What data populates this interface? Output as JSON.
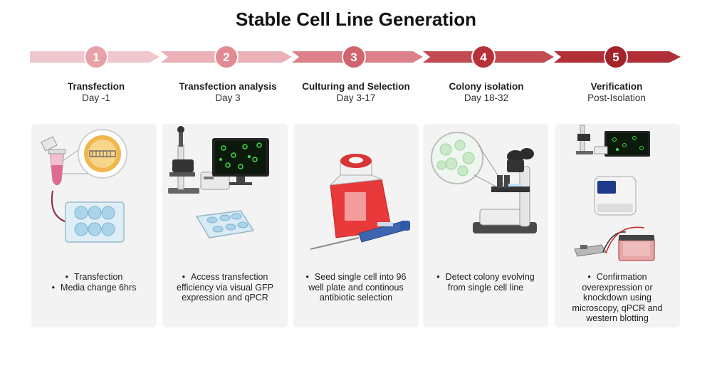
{
  "title": "Stable Cell Line Generation",
  "colors": {
    "step1": "#e7a1a9",
    "step2": "#e18a92",
    "step3": "#d2646d",
    "step4": "#b63238",
    "step5": "#a4232a",
    "card_bg": "#f3f3f3"
  },
  "steps": [
    {
      "number": "1",
      "title": "Transfection",
      "subtitle": "Day -1",
      "bullets": [
        "Transfection",
        "Media change 6hrs"
      ],
      "icons": [
        "microcentrifuge-tube-icon",
        "plasmid-dna-icon",
        "six-well-plate-icon"
      ]
    },
    {
      "number": "2",
      "title": "Transfection analysis",
      "subtitle": "Day 3",
      "bullets": [
        "Access transfection efficiency via visual GFP expression and qPCR"
      ],
      "icons": [
        "fluorescence-microscope-icon",
        "monitor-icon",
        "well-plate-icon"
      ]
    },
    {
      "number": "3",
      "title": "Culturing and Selection",
      "subtitle": "Day 3-17",
      "bullets": [
        "Seed single cell into 96 well plate and continous antibiotic selection"
      ],
      "icons": [
        "culture-flask-icon",
        "pipette-icon"
      ]
    },
    {
      "number": "4",
      "title": "Colony isolation",
      "subtitle": "Day 18-32",
      "bullets": [
        "Detect colony evolving from single cell line"
      ],
      "icons": [
        "cell-colony-icon",
        "microscope-icon"
      ]
    },
    {
      "number": "5",
      "title": "Verification",
      "subtitle": "Post-Isolation",
      "bullets": [
        "Confirmation overexpression or knockdown using microscopy, qPCR and western blotting"
      ],
      "icons": [
        "microscope-monitor-icon",
        "qpcr-machine-icon",
        "western-blot-icon"
      ]
    }
  ]
}
